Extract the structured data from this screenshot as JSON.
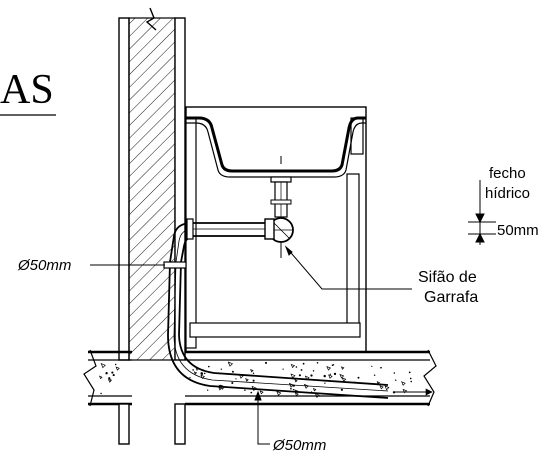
{
  "title_fragment": "AS",
  "labels": {
    "fecho_line1": "fecho",
    "fecho_line2": "hídrico",
    "seal_depth": "50mm",
    "pipe_diameter_upper": "Ø50mm",
    "pipe_diameter_lower": "Ø50mm",
    "trap_line1": "Sifão de",
    "trap_line2": "Garrafa"
  },
  "colors": {
    "line": "#000000",
    "background": "#ffffff",
    "hatch": "#000000"
  }
}
